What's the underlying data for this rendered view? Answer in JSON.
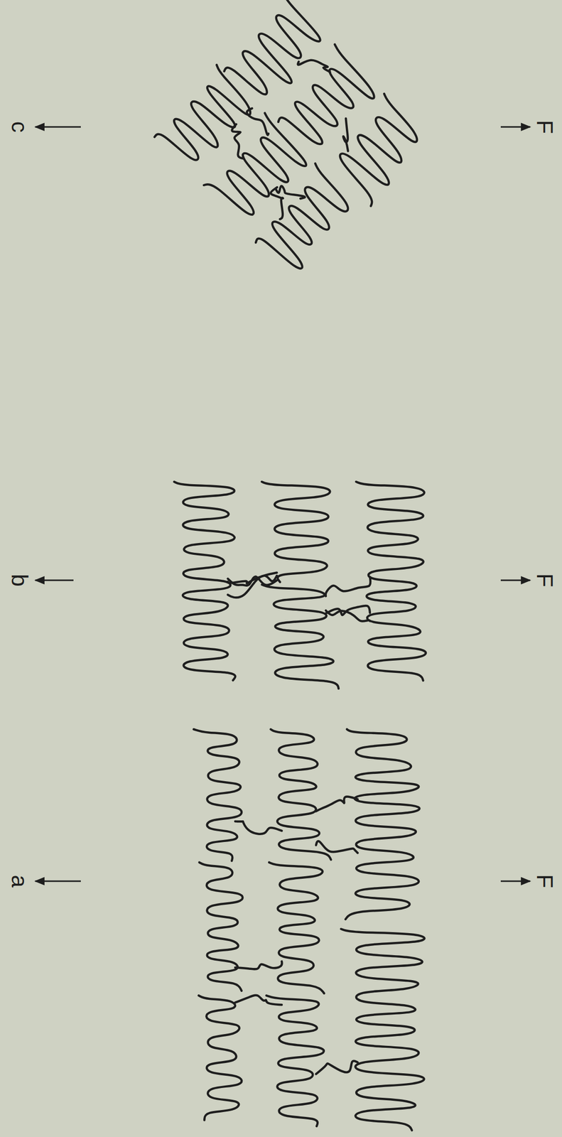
{
  "diagram": {
    "labels": [
      "F",
      "c",
      "F",
      "b",
      "F",
      "a"
    ]
  }
}
